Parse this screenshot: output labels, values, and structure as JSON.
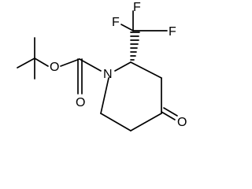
{
  "atoms": {
    "n1": "N",
    "o_ring": "O",
    "o_carbonyl": "O",
    "o_ester": "O",
    "f1": "F",
    "f2": "F",
    "f3": "F"
  }
}
